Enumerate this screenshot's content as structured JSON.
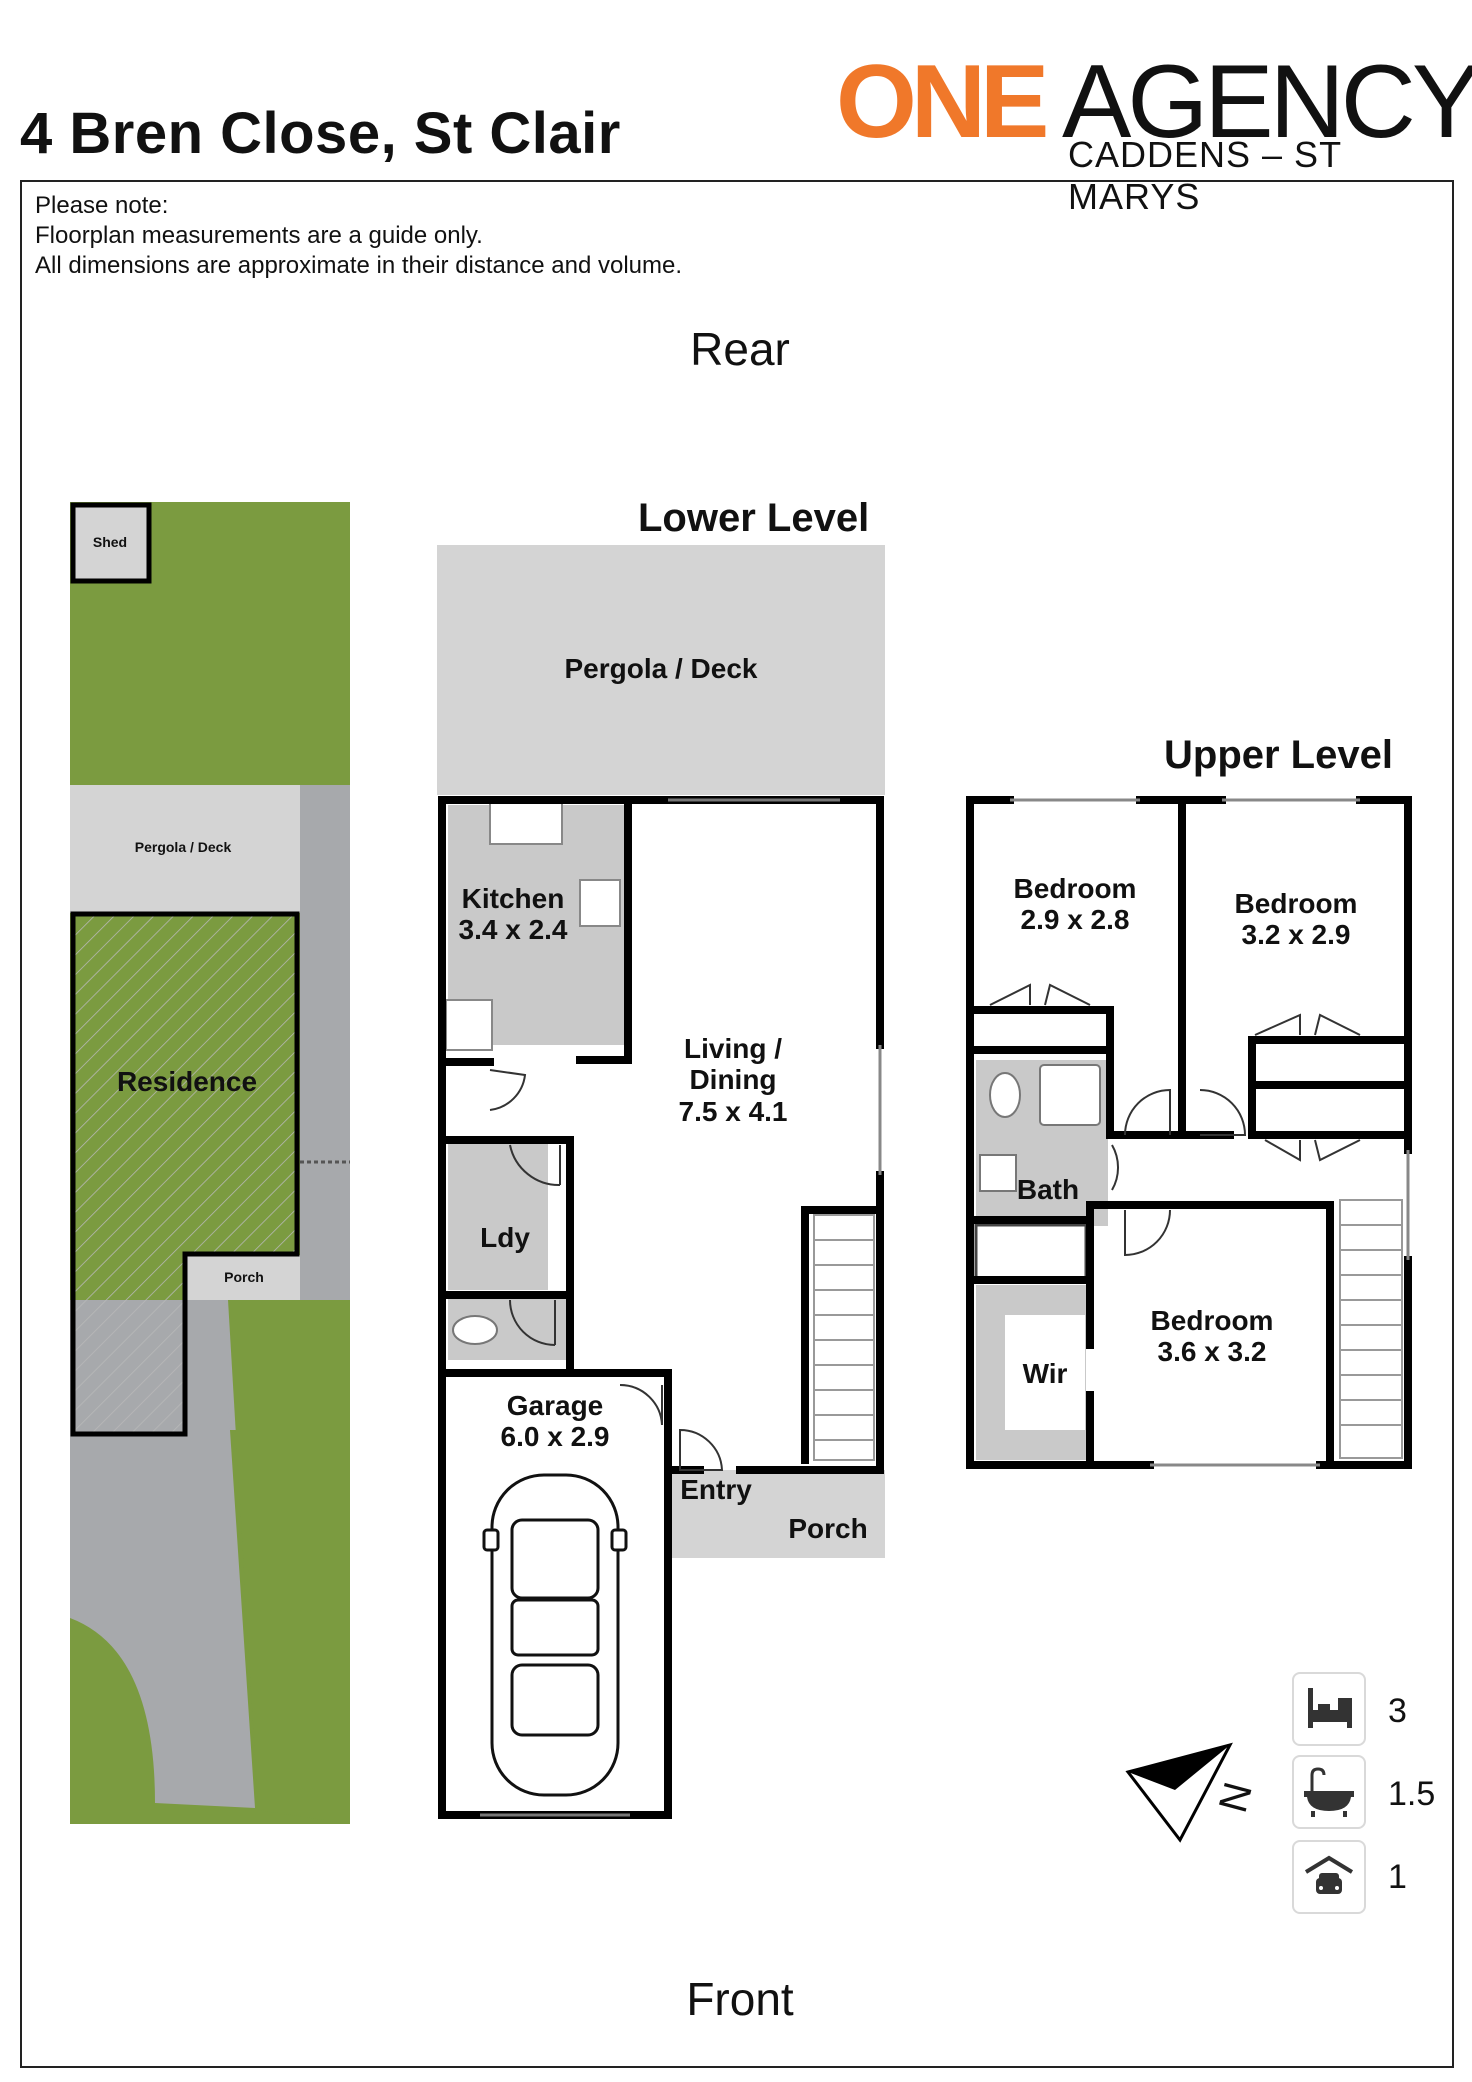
{
  "header": {
    "address": "4 Bren Close, St Clair",
    "logo_one": "ONE",
    "logo_agency": "AGENCY",
    "logo_sub": "CADDENS – ST MARYS"
  },
  "note": {
    "line1": "Please note:",
    "line2": "Floorplan measurements are a guide only.",
    "line3": "All dimensions are approximate in their distance and volume."
  },
  "orientation": {
    "rear": "Rear",
    "front": "Front",
    "north": "N"
  },
  "site_plan": {
    "shed": "Shed",
    "pergola": "Pergola / Deck",
    "residence": "Residence",
    "porch": "Porch"
  },
  "lower_level": {
    "title": "Lower Level",
    "pergola": "Pergola / Deck",
    "kitchen": {
      "name": "Kitchen",
      "dims": "3.4 x 2.4"
    },
    "living": {
      "name1": "Living /",
      "name2": "Dining",
      "dims": "7.5 x 4.1"
    },
    "laundry": "Ldy",
    "garage": {
      "name": "Garage",
      "dims": "6.0 x 2.9"
    },
    "entry": "Entry",
    "porch": "Porch"
  },
  "upper_level": {
    "title": "Upper Level",
    "bedroom1": {
      "name": "Bedroom",
      "dims": "2.9 x 2.8"
    },
    "bedroom2": {
      "name": "Bedroom",
      "dims": "3.2 x 2.9"
    },
    "bedroom3": {
      "name": "Bedroom",
      "dims": "3.6 x 3.2"
    },
    "bath": "Bath",
    "wir": "Wir"
  },
  "stats": {
    "bedrooms": "3",
    "bathrooms": "1.5",
    "garage": "1",
    "icons": [
      "bed-icon",
      "bath-icon",
      "garage-icon"
    ]
  },
  "colors": {
    "brand_orange": "#f0782a",
    "grass": "#7b9b40",
    "driveway": "#a7a9ac",
    "deck": "#d4d4d4",
    "wall": "#000000"
  }
}
